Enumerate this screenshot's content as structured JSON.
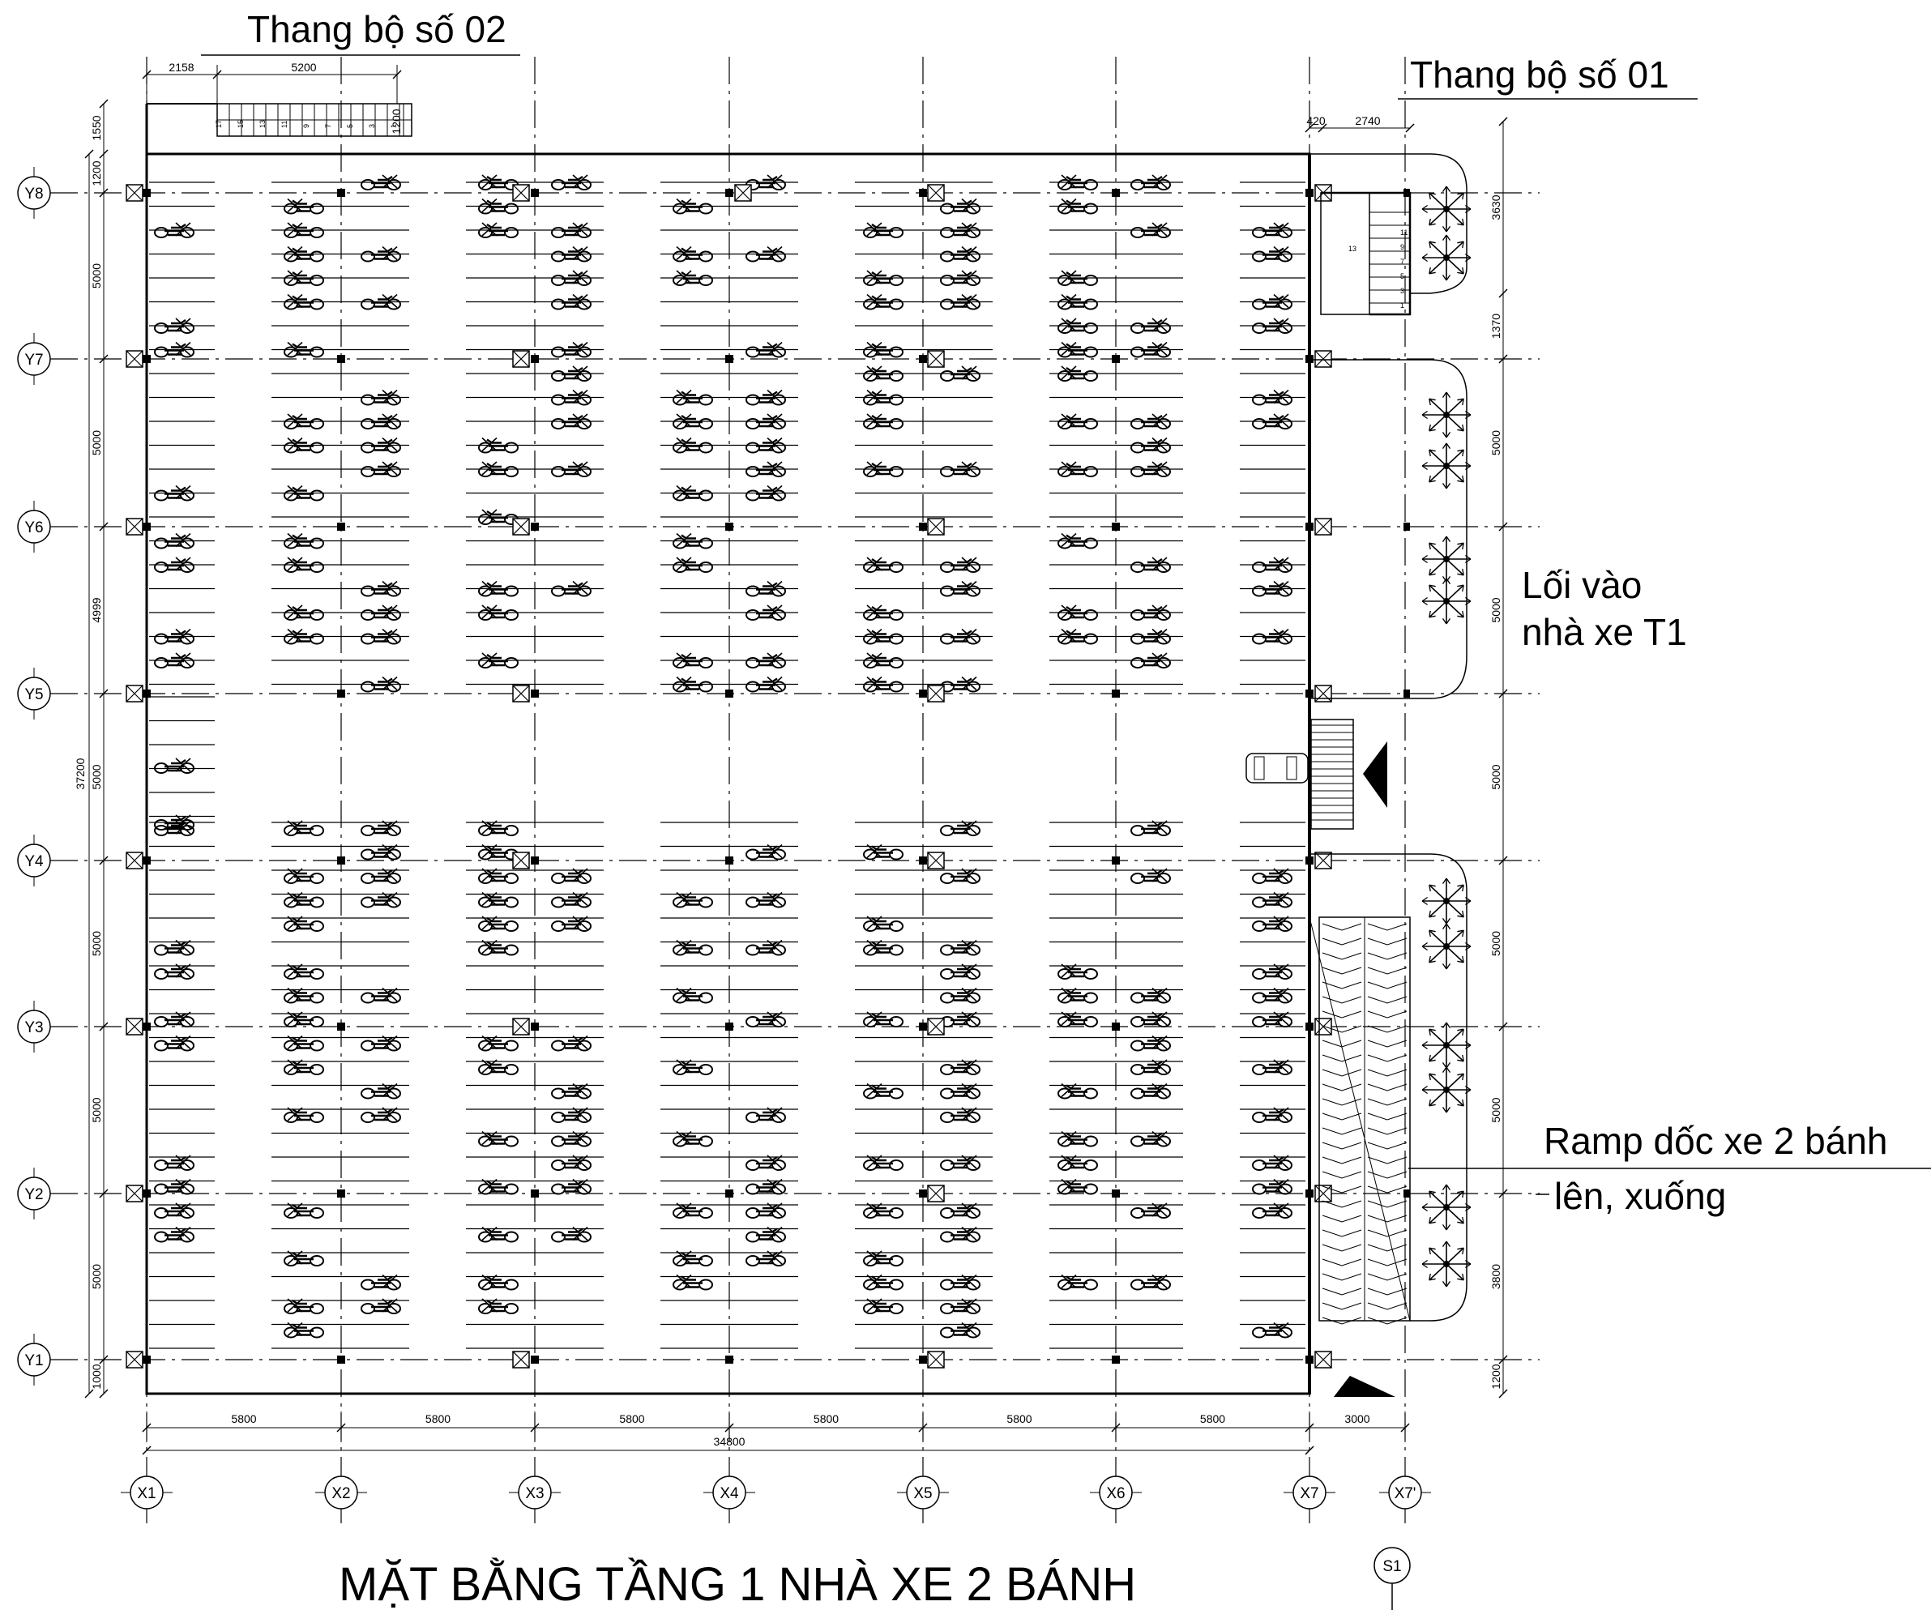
{
  "title": "MẶT BẰNG TẦNG 1 NHÀ XE 2 BÁNH",
  "section_mark": "S1",
  "labels": {
    "stair_2": "Thang bộ số 02",
    "stair_1": "Thang bộ số 01",
    "entrance_line1": "Lối vào",
    "entrance_line2": "nhà xe T1",
    "ramp_line1": "Ramp dốc xe 2 bánh",
    "ramp_line2": "lên, xuống"
  },
  "axes_x": [
    "X1",
    "X2",
    "X3",
    "X4",
    "X5",
    "X6",
    "X7",
    "X7'"
  ],
  "axes_y": [
    "Y8",
    "Y7",
    "Y6",
    "Y5",
    "Y4",
    "Y3",
    "Y2",
    "Y1"
  ],
  "dims_bottom": [
    "5800",
    "5800",
    "5800",
    "5800",
    "5800",
    "5800",
    "3000"
  ],
  "dim_total_bottom": "34800",
  "dims_left": [
    "1200",
    "5000",
    "5000",
    "4999",
    "5000",
    "5000",
    "5000",
    "5000",
    "1000"
  ],
  "dim_top_extra": "1550",
  "dim_total_left": "37200",
  "dims_right": [
    "3630",
    "1370",
    "5000",
    "5000",
    "5000",
    "5000",
    "5000",
    "3800",
    "1200"
  ],
  "dims_top": [
    "2158",
    "5200",
    "1200"
  ],
  "dims_stair1": [
    "420",
    "2740"
  ],
  "stair2_steps": [
    "17",
    "15",
    "13",
    "11",
    "9",
    "7",
    "5",
    "3",
    "1"
  ],
  "stair1_steps": [
    "11",
    "9",
    "7",
    "5",
    "3",
    "1"
  ],
  "stair1_steps_b": [
    "13"
  ],
  "colors": {
    "line": "#000000",
    "background": "#ffffff"
  }
}
